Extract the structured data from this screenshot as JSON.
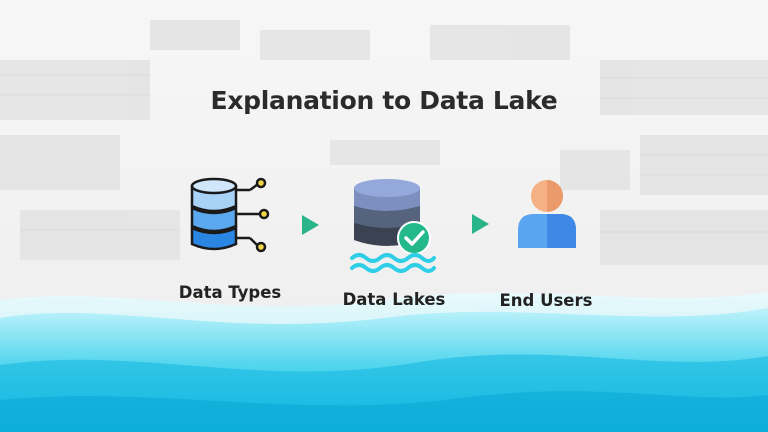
{
  "title": "Explanation to Data Lake",
  "steps": [
    {
      "label": "Data Types",
      "icon": "database-network-icon"
    },
    {
      "label": "Data Lakes",
      "icon": "data-lake-check-icon"
    },
    {
      "label": "End Users",
      "icon": "user-icon"
    }
  ],
  "connector_icon": "play-arrow-icon",
  "colors": {
    "title": "#2b2b2b",
    "arrow": "#2ab48a",
    "db_blue": "#2d8fe6",
    "lake_slate": "#4f5a6b",
    "check_green": "#24b98a",
    "water": "#2ecfe6",
    "user_skin": "#f5b183",
    "user_body": "#4b95ef"
  }
}
